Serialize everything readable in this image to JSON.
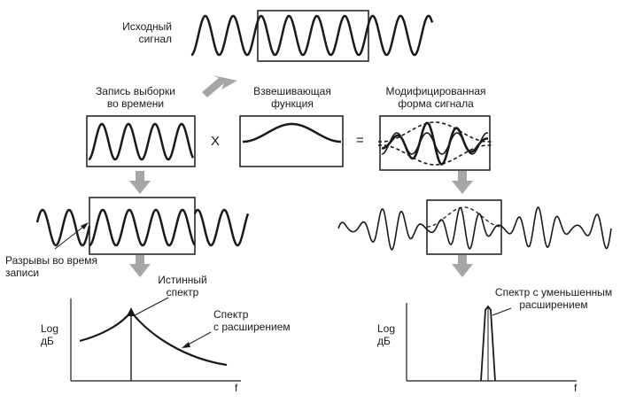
{
  "labels": {
    "source_signal": [
      "Исходный",
      "сигнал"
    ],
    "time_sample": [
      "Запись выборки",
      "во времени"
    ],
    "weighting": [
      "Взвешивающая",
      "функция"
    ],
    "modified": [
      "Модифицированная",
      "форма сигнала"
    ],
    "gaps": [
      "Разрывы во время",
      "записи"
    ],
    "true_spectrum": [
      "Истинный",
      "спектр"
    ],
    "spread_spectrum": [
      "Спектр",
      "с расширением"
    ],
    "reduced_spectrum": [
      "Спектр с уменьшенным",
      "расширением"
    ],
    "log_db": [
      "Log",
      "дБ"
    ],
    "axis_f": "f",
    "multiply": "X",
    "equals": "="
  },
  "colors": {
    "ink": "#1a1a1a",
    "arrow": "#a6a6a6"
  }
}
